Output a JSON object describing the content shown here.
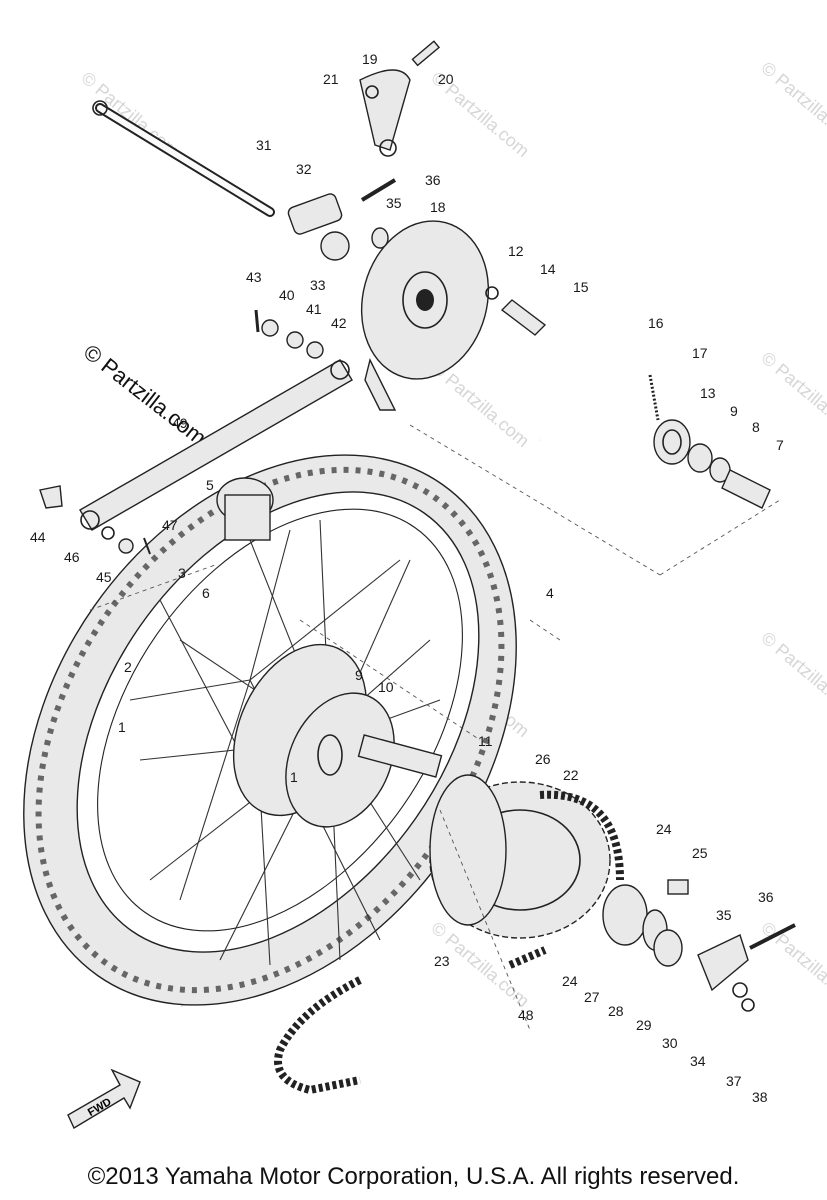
{
  "diagram": {
    "labels": {
      "p1a": "1",
      "p1b": "1",
      "p2": "2",
      "p3": "3",
      "p4": "4",
      "p5": "5",
      "p6": "6",
      "p7": "7",
      "p8": "8",
      "p9a": "9",
      "p9b": "9",
      "p10": "10",
      "p11": "11",
      "p12": "12",
      "p13": "13",
      "p14": "14",
      "p15": "15",
      "p16": "16",
      "p17": "17",
      "p18": "18",
      "p19": "19",
      "p20": "20",
      "p21": "21",
      "p22": "22",
      "p23": "23",
      "p24a": "24",
      "p24b": "24",
      "p25": "25",
      "p26": "26",
      "p27": "27",
      "p28": "28",
      "p29": "29",
      "p30": "30",
      "p31": "31",
      "p32": "32",
      "p33": "33",
      "p34": "34",
      "p35a": "35",
      "p35b": "35",
      "p36a": "36",
      "p36b": "36",
      "p37": "37",
      "p38": "38",
      "p40": "40",
      "p41": "41",
      "p42": "42",
      "p43": "43",
      "p44": "44",
      "p45": "45",
      "p46": "46",
      "p47": "47",
      "p48": "48",
      "p49": "49"
    },
    "fwd_label": "FWD",
    "watermark_main": "© Partzilla.com",
    "watermark_repeat": "© Partzilla.com"
  },
  "footer": {
    "copyright": "©2013 Yamaha Motor Corporation, U.S.A. All rights reserved."
  }
}
